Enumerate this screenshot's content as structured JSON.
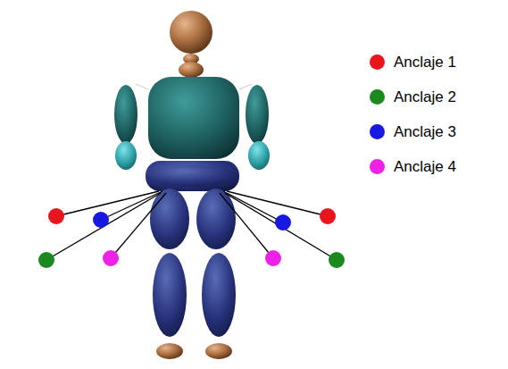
{
  "diagram": {
    "legend": [
      {
        "text": "Anclaje 1",
        "color": "#e8161c"
      },
      {
        "text": "Anclaje 2",
        "color": "#1a8a1e"
      },
      {
        "text": "Anclaje 3",
        "color": "#1818e0"
      },
      {
        "text": "Anclaje 4",
        "color": "#ee22e6"
      }
    ]
  }
}
